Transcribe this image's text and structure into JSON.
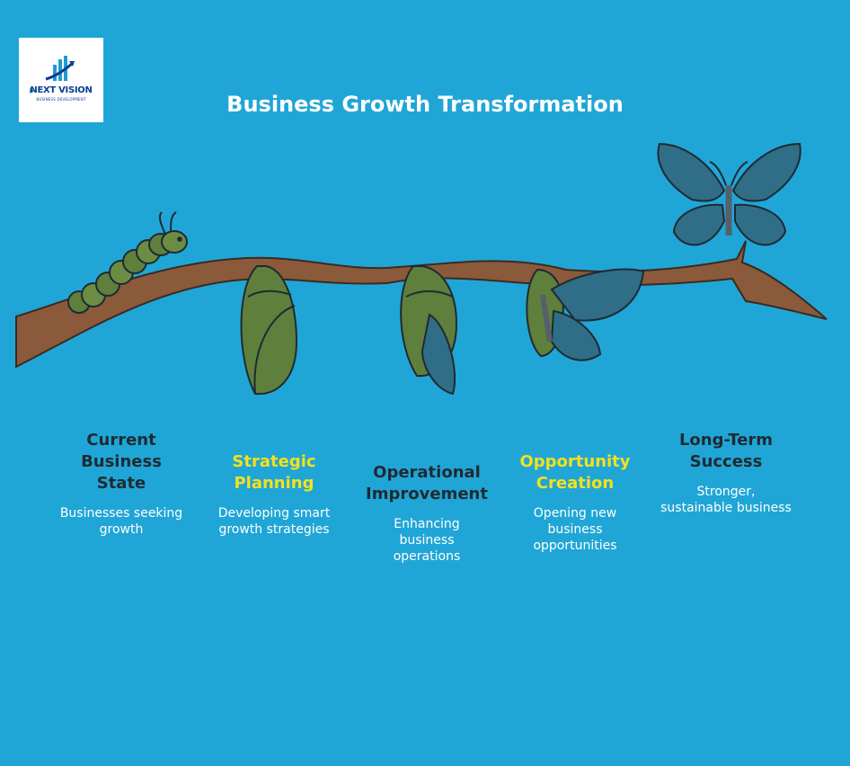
{
  "logo": {
    "brand": "NEXT VISION",
    "sub": "BUSINESS DEVELOPMENT"
  },
  "title": "Business Growth Transformation",
  "colors": {
    "background": "#20a6d6",
    "branch": "#8a5a3b",
    "pupa": "#5f7f3c",
    "wing": "#2f6e86",
    "heading_dark": "#1f2a33",
    "heading_yellow": "#f5e11c"
  },
  "stages": [
    {
      "heading": [
        "Current",
        "Business",
        "State"
      ],
      "description": [
        "Businesses seeking",
        "growth"
      ],
      "highlight": false
    },
    {
      "heading": [
        "Strategic",
        "Planning"
      ],
      "description": [
        "Developing smart",
        "growth strategies"
      ],
      "highlight": true
    },
    {
      "heading": [
        "Operational",
        "Improvement"
      ],
      "description": [
        "Enhancing",
        "business",
        "operations"
      ],
      "highlight": false
    },
    {
      "heading": [
        "Opportunity",
        "Creation"
      ],
      "description": [
        "Opening new",
        "business",
        "opportunities"
      ],
      "highlight": true
    },
    {
      "heading": [
        "Long-Term",
        "Success"
      ],
      "description": [
        "Stronger,",
        "sustainable business"
      ],
      "highlight": false
    }
  ]
}
